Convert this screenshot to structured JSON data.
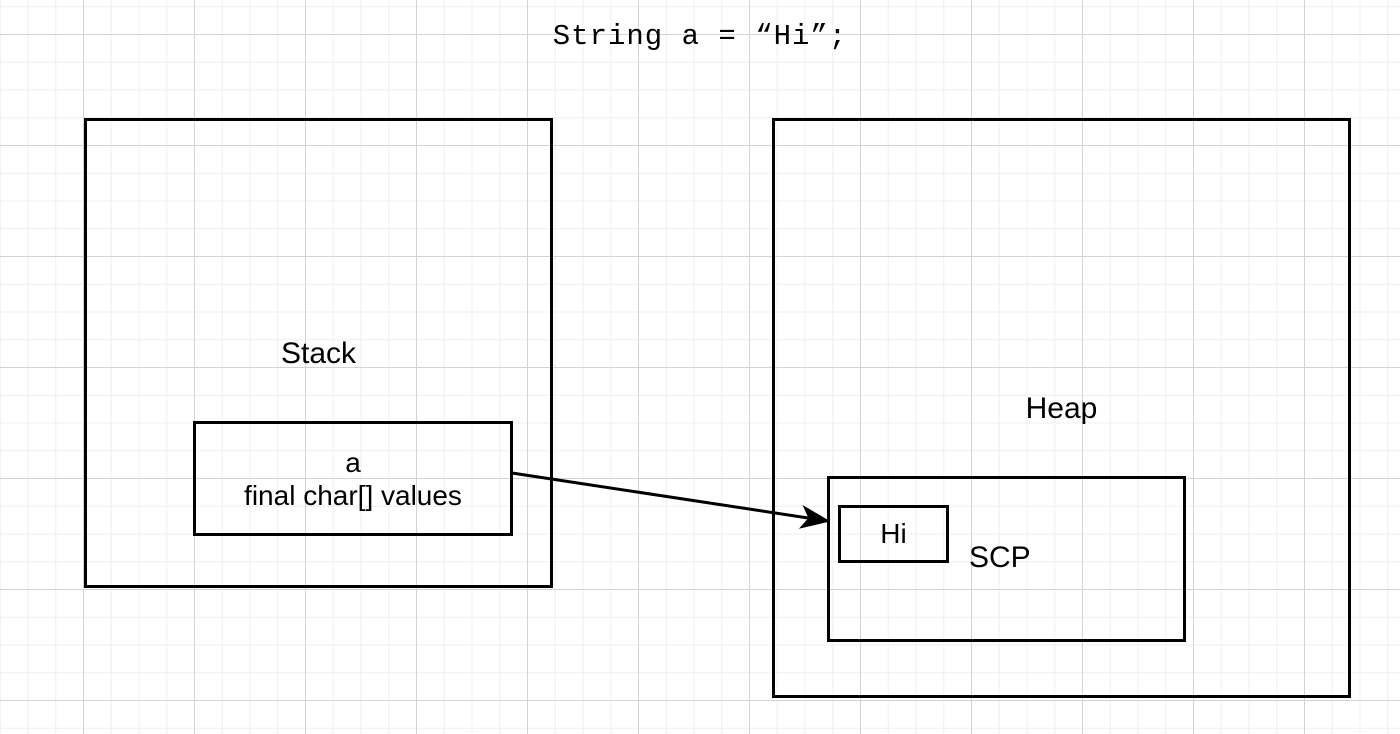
{
  "diagram": {
    "title": "String a = “Hi”;",
    "stack": {
      "label": "Stack",
      "variable_box": {
        "name": "a",
        "detail": "final char[] values"
      }
    },
    "heap": {
      "label": "Heap",
      "scp": {
        "label": "SCP",
        "literal": "Hi"
      }
    },
    "arrow": {
      "name": "reference-arrow",
      "from": "stack-var-box",
      "to": "scp-box"
    },
    "colors": {
      "stroke": "#000000",
      "background": "#ffffff",
      "grid_minor": "#efefef",
      "grid_major": "#d3d3d3"
    }
  }
}
